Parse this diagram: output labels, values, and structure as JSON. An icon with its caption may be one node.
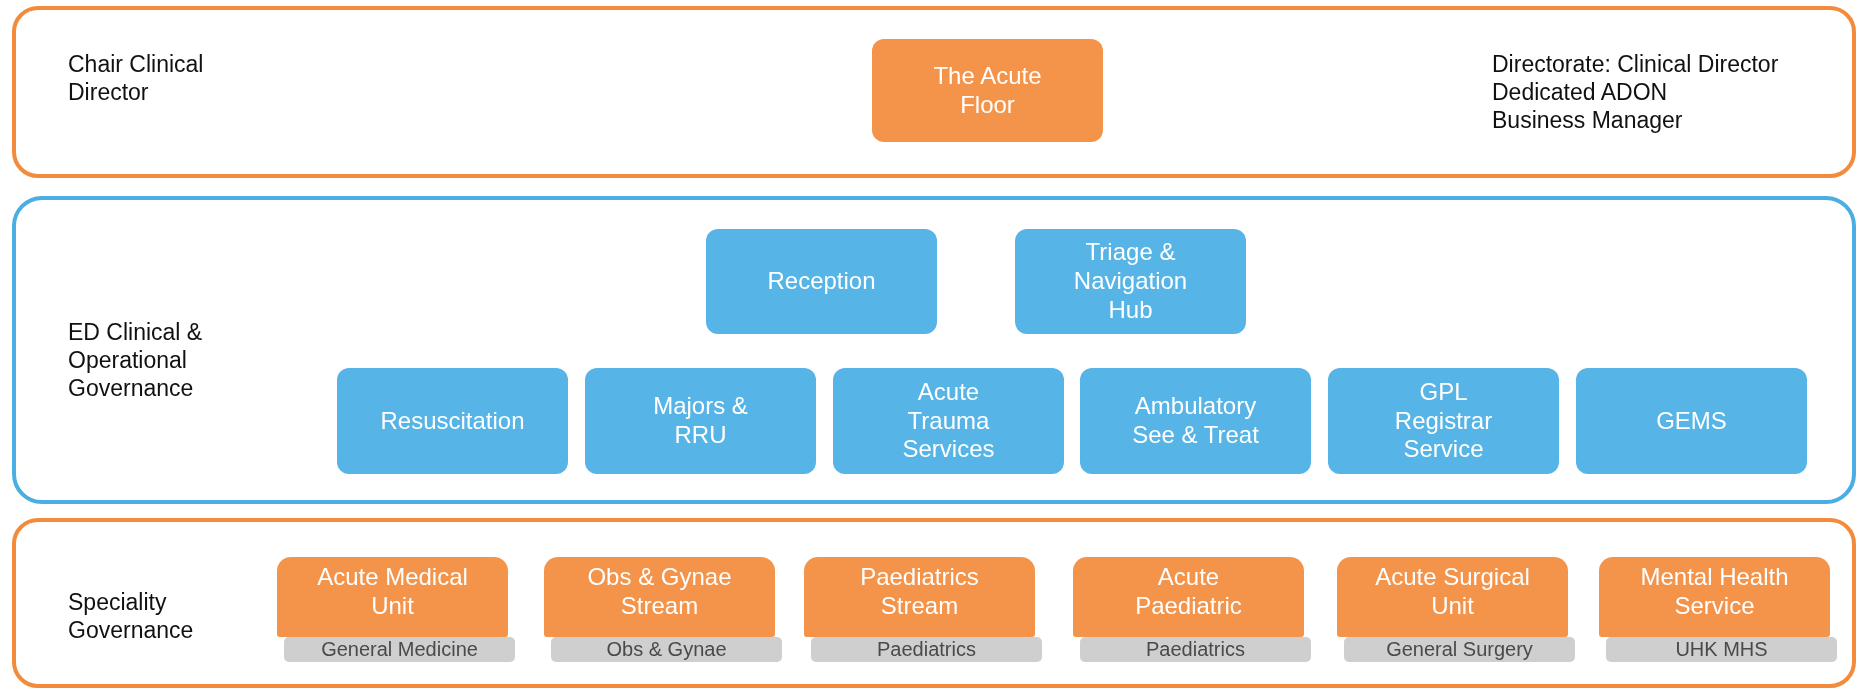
{
  "diagram": {
    "nodes": [
      {
        "text": [
          "Chair Clinical Director",
          "Directorate: Clinical Director",
          "Dedicated ADON",
          "Business Manager"
        ]
      },
      {
        "text": [
          "The Acute Floor"
        ],
        "in": 0
      },
      {
        "text": [
          "ED Clinical & Operational Governance"
        ]
      },
      {
        "text": [
          "Reception"
        ],
        "in": 2
      },
      {
        "text": [
          "Triage & Navigation Hub"
        ],
        "in": 2
      },
      {
        "text": [
          "Resuscitation"
        ],
        "in": 2
      },
      {
        "text": [
          "Majors & RRU"
        ],
        "in": 2
      },
      {
        "text": [
          "Acute Trauma Services"
        ],
        "in": 2
      },
      {
        "text": [
          "Ambulatory See & Treat"
        ],
        "in": 2
      },
      {
        "text": [
          "GPL Registrar Service"
        ],
        "in": 2
      },
      {
        "text": [
          "GEMS"
        ],
        "in": 2
      },
      {
        "text": [
          "Speciality Governance"
        ]
      },
      {
        "text": [
          "Acute Medical Unit"
        ],
        "in": 11
      },
      {
        "text": [
          "General Medicine"
        ],
        "in": 11
      },
      {
        "text": [
          "Obs & Gynae Stream"
        ],
        "in": 11
      },
      {
        "text": [
          "Obs & Gynae"
        ],
        "in": 11
      },
      {
        "text": [
          "Paediatrics Stream"
        ],
        "in": 11
      },
      {
        "text": [
          "Paediatrics"
        ],
        "in": 11
      },
      {
        "text": [
          "Acute Paediatric"
        ],
        "in": 11
      },
      {
        "text": [
          "Paediatrics"
        ],
        "in": 11
      },
      {
        "text": [
          "Acute Surgical Unit"
        ],
        "in": 11
      },
      {
        "text": [
          "General Surgery"
        ],
        "in": 11
      },
      {
        "text": [
          "Mental Health Service"
        ],
        "in": 11
      },
      {
        "text": [
          "UHK MHS"
        ],
        "in": 11
      }
    ],
    "edges": []
  }
}
